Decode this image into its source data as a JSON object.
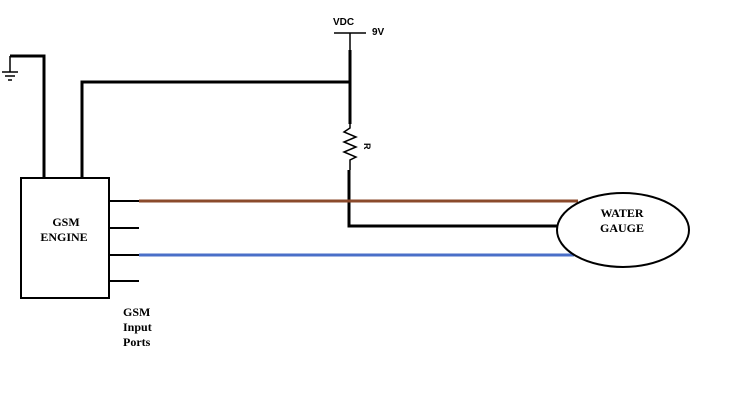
{
  "labels": {
    "vdc": "VDC",
    "voltage": "9V",
    "resistor": "R",
    "gsm_engine_line1": "GSM",
    "gsm_engine_line2": "ENGINE",
    "water_gauge_line1": "WATER",
    "water_gauge_line2": "GAUGE",
    "ports_line1": "GSM",
    "ports_line2": "Input",
    "ports_line3": "Ports"
  },
  "colors": {
    "wire": "#000000",
    "brown_wire": "#8b4a2b",
    "blue_wire": "#4a6fc8",
    "resistor_label": "#2233cc"
  }
}
